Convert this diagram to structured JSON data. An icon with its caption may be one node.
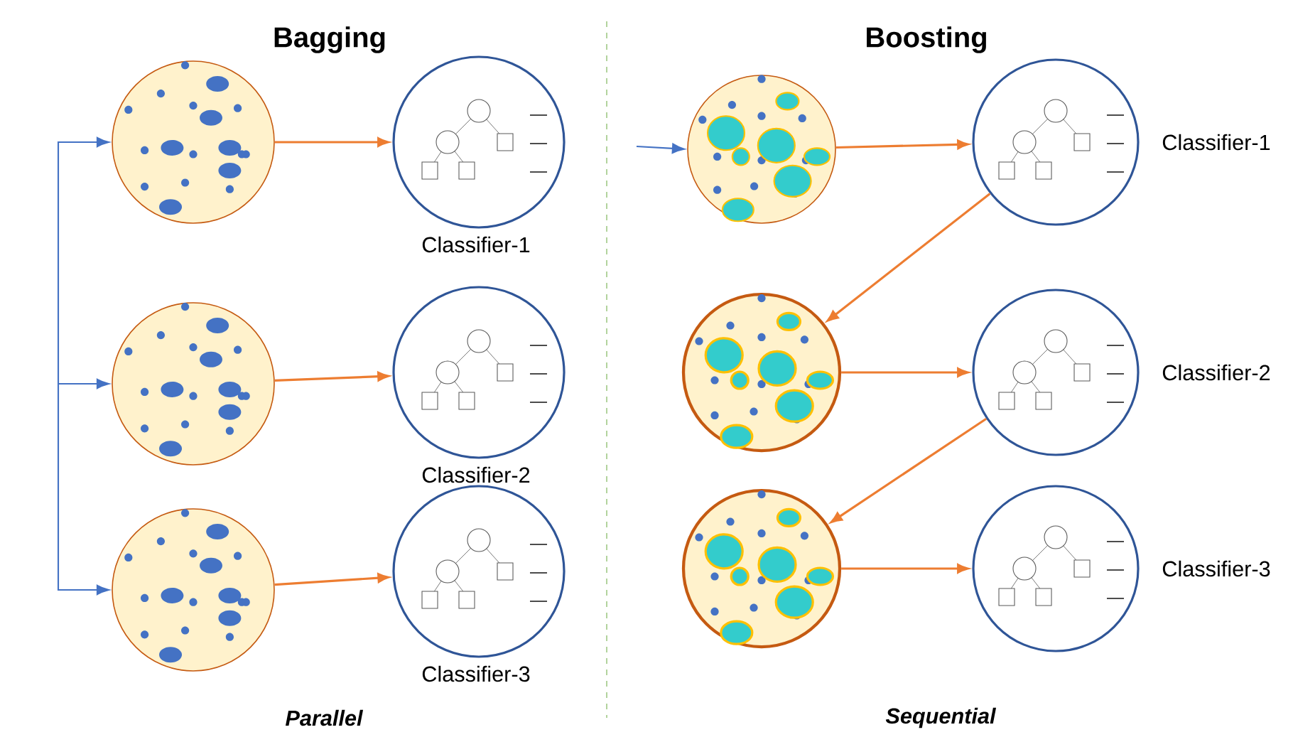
{
  "diagram": {
    "nodes": [
      {
        "text": [],
        "shape": "circle"
      },
      {
        "text": [],
        "shape": "circle",
        "beside": [
          "Classifier-1"
        ]
      },
      {
        "text": [],
        "shape": "circle"
      },
      {
        "text": [],
        "shape": "circle",
        "beside": [
          "Classifier-2"
        ]
      },
      {
        "text": [],
        "shape": "circle"
      },
      {
        "text": [],
        "shape": "circle",
        "beside": [
          "Classifier-3"
        ]
      },
      {
        "text": [],
        "shape": "circle"
      },
      {
        "text": [],
        "shape": "circle",
        "beside": [
          "Classifier-1"
        ]
      },
      {
        "text": [],
        "shape": "circle"
      },
      {
        "text": [],
        "shape": "circle",
        "beside": [
          "Classifier-2"
        ]
      },
      {
        "text": [],
        "shape": "circle"
      },
      {
        "text": [],
        "shape": "circle",
        "beside": [
          "Classifier-3"
        ]
      }
    ],
    "edges": [
      {
        "from": null,
        "to": 0,
        "arrow": "to",
        "color": "#4472c4"
      },
      {
        "from": null,
        "to": 2,
        "arrow": "to",
        "color": "#4472c4"
      },
      {
        "from": null,
        "to": 4,
        "arrow": "to",
        "color": "#4472c4"
      },
      {
        "from": 0,
        "to": 1,
        "arrow": "to"
      },
      {
        "from": 2,
        "to": 3,
        "arrow": "to"
      },
      {
        "from": 4,
        "to": 5,
        "arrow": "to"
      },
      {
        "from": null,
        "to": 6,
        "arrow": "to",
        "color": "#4472c4"
      },
      {
        "from": 6,
        "to": 7,
        "arrow": "to"
      },
      {
        "from": 7,
        "to": 8,
        "arrow": "to"
      },
      {
        "from": 8,
        "to": 9,
        "arrow": "to"
      },
      {
        "from": 9,
        "to": 10,
        "arrow": "to"
      },
      {
        "from": 10,
        "to": 11,
        "arrow": "to"
      }
    ],
    "labels": [
      "Bagging",
      "Boosting",
      "Parallel",
      "Sequential"
    ]
  }
}
